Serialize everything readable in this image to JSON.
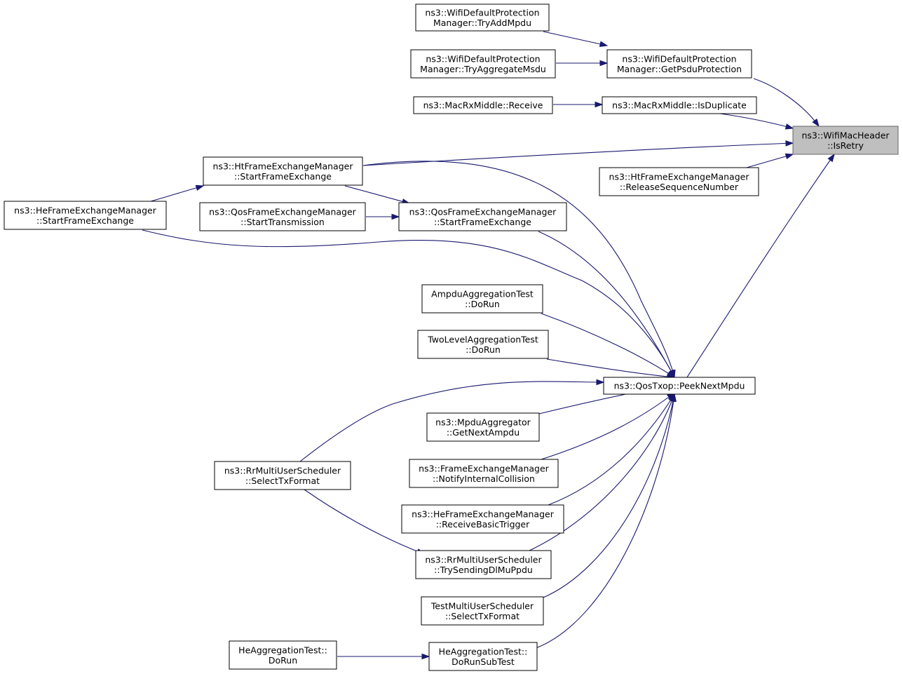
{
  "graph": {
    "edge_color": "#191970",
    "root_fill": "#bfbfbf",
    "nodes": [
      {
        "id": "isretry",
        "lines": [
          "ns3::WifiMacHeader",
          "::IsRetry"
        ],
        "root": true
      },
      {
        "id": "getpsdu",
        "lines": [
          "ns3::WifiDefaultProtection",
          "Manager::GetPsduProtection"
        ]
      },
      {
        "id": "tryaddmpdu",
        "lines": [
          "ns3::WifiDefaultProtection",
          "Manager::TryAddMpdu"
        ]
      },
      {
        "id": "tryaggmsdu",
        "lines": [
          "ns3::WifiDefaultProtection",
          "Manager::TryAggregateMsdu"
        ]
      },
      {
        "id": "isduplicate",
        "lines": [
          "ns3::MacRxMiddle::IsDuplicate"
        ]
      },
      {
        "id": "receive",
        "lines": [
          "ns3::MacRxMiddle::Receive"
        ]
      },
      {
        "id": "htstart",
        "lines": [
          "ns3::HtFrameExchangeManager",
          "::StartFrameExchange"
        ]
      },
      {
        "id": "htrelease",
        "lines": [
          "ns3::HtFrameExchangeManager",
          "::ReleaseSequenceNumber"
        ]
      },
      {
        "id": "hestart",
        "lines": [
          "ns3::HeFrameExchangeManager",
          "::StartFrameExchange"
        ]
      },
      {
        "id": "qosstarttx",
        "lines": [
          "ns3::QosFrameExchangeManager",
          "::StartTransmission"
        ]
      },
      {
        "id": "qosstart",
        "lines": [
          "ns3::QosFrameExchangeManager",
          "::StartFrameExchange"
        ]
      },
      {
        "id": "ampdutest",
        "lines": [
          "AmpduAggregationTest",
          "::DoRun"
        ]
      },
      {
        "id": "twolevel",
        "lines": [
          "TwoLevelAggregationTest",
          "::DoRun"
        ]
      },
      {
        "id": "peek",
        "lines": [
          "ns3::QosTxop::PeekNextMpdu"
        ]
      },
      {
        "id": "getnextampdu",
        "lines": [
          "ns3::MpduAggregator",
          "::GetNextAmpdu"
        ]
      },
      {
        "id": "rrselect",
        "lines": [
          "ns3::RrMultiUserScheduler",
          "::SelectTxFormat"
        ]
      },
      {
        "id": "notifycoll",
        "lines": [
          "ns3::FrameExchangeManager",
          "::NotifyInternalCollision"
        ]
      },
      {
        "id": "recvbasic",
        "lines": [
          "ns3::HeFrameExchangeManager",
          "::ReceiveBasicTrigger"
        ]
      },
      {
        "id": "trysending",
        "lines": [
          "ns3::RrMultiUserScheduler",
          "::TrySendingDlMuPpdu"
        ]
      },
      {
        "id": "testmulti",
        "lines": [
          "TestMultiUserScheduler",
          "::SelectTxFormat"
        ]
      },
      {
        "id": "hesub",
        "lines": [
          "HeAggregationTest::",
          "DoRunSubTest"
        ]
      },
      {
        "id": "herun",
        "lines": [
          "HeAggregationTest::",
          "DoRun"
        ]
      }
    ],
    "edges": [
      {
        "from": "tryaddmpdu",
        "to": "getpsdu"
      },
      {
        "from": "tryaggmsdu",
        "to": "getpsdu"
      },
      {
        "from": "getpsdu",
        "to": "isretry"
      },
      {
        "from": "receive",
        "to": "isduplicate"
      },
      {
        "from": "isduplicate",
        "to": "isretry"
      },
      {
        "from": "htstart",
        "to": "isretry"
      },
      {
        "from": "htrelease",
        "to": "isretry"
      },
      {
        "from": "peek",
        "to": "isretry"
      },
      {
        "from": "hestart",
        "to": "htstart"
      },
      {
        "from": "htstart",
        "to": "qosstart"
      },
      {
        "from": "qosstarttx",
        "to": "qosstart"
      },
      {
        "from": "htstart",
        "to": "peek"
      },
      {
        "from": "hestart",
        "to": "peek"
      },
      {
        "from": "qosstart",
        "to": "peek"
      },
      {
        "from": "ampdutest",
        "to": "peek"
      },
      {
        "from": "twolevel",
        "to": "peek"
      },
      {
        "from": "rrselect",
        "to": "peek"
      },
      {
        "from": "getnextampdu",
        "to": "peek"
      },
      {
        "from": "notifycoll",
        "to": "peek"
      },
      {
        "from": "recvbasic",
        "to": "peek"
      },
      {
        "from": "trysending",
        "to": "peek"
      },
      {
        "from": "testmulti",
        "to": "peek"
      },
      {
        "from": "hesub",
        "to": "peek"
      },
      {
        "from": "rrselect",
        "to": "trysending"
      },
      {
        "from": "herun",
        "to": "hesub"
      }
    ]
  }
}
